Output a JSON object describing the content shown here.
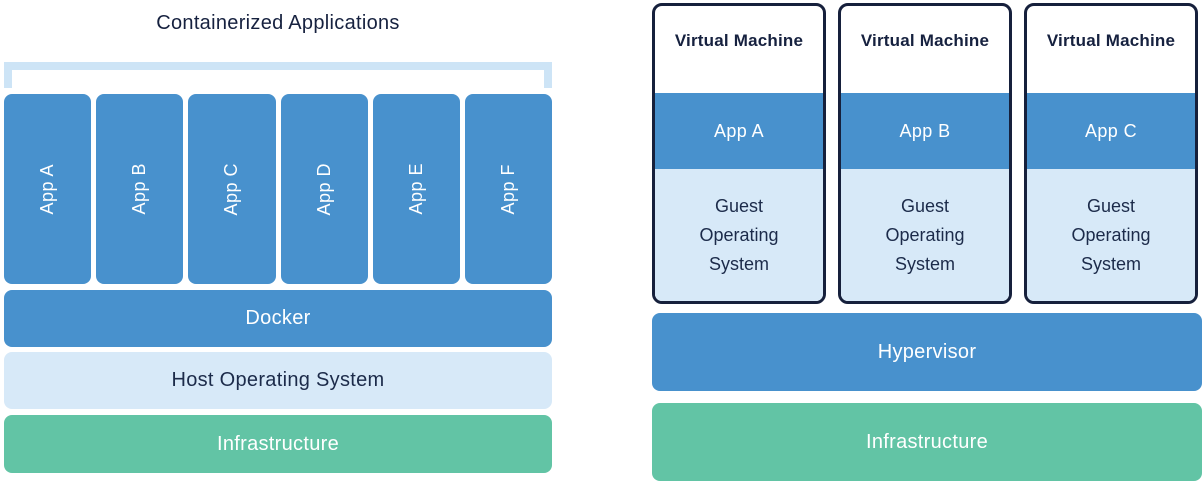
{
  "colors": {
    "blue": "#4891cd",
    "light_blue": "#d7e9f8",
    "bracket_blue": "#cde4f6",
    "green": "#62c4a5",
    "navy": "#16213f",
    "text_navy": "#1c2b4a",
    "white": "#ffffff"
  },
  "left": {
    "title": "Containerized Applications",
    "apps": [
      "App A",
      "App B",
      "App C",
      "App D",
      "App E",
      "App F"
    ],
    "layers": [
      {
        "label": "Docker"
      },
      {
        "label": "Host Operating System"
      },
      {
        "label": "Infrastructure"
      }
    ]
  },
  "right": {
    "vms": [
      {
        "title": "Virtual Machine",
        "app": "App A",
        "guest_os": "Guest Operating System"
      },
      {
        "title": "Virtual Machine",
        "app": "App B",
        "guest_os": "Guest Operating System"
      },
      {
        "title": "Virtual Machine",
        "app": "App C",
        "guest_os": "Guest Operating System"
      }
    ],
    "layers": [
      {
        "label": "Hypervisor"
      },
      {
        "label": "Infrastructure"
      }
    ]
  }
}
